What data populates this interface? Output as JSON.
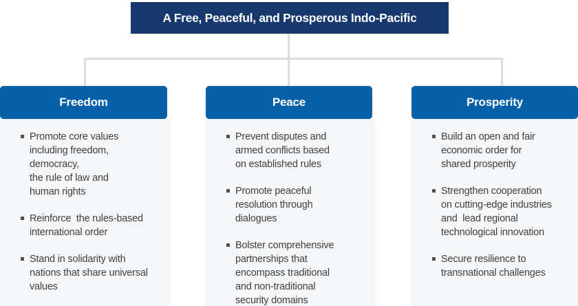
{
  "title": "A Free, Peaceful, and Prosperous Indo-Pacific",
  "colors": {
    "title_bg": "#17386d",
    "header_bg": "#0661a9",
    "connector_line": "#dcdcdc",
    "card_bg": "#f5f6f8",
    "body_text": "#3e3e3e",
    "bullet_marker": "#4f4f4f",
    "page_bg": "#ffffff"
  },
  "columns": [
    {
      "header": "Freedom",
      "bullets": [
        "Promote core values\nincluding freedom,\ndemocracy,\nthe rule of law and\nhuman rights",
        "Reinforce  the rules-based\ninternational order",
        "Stand in solidarity with\nnations that share universal\nvalues"
      ]
    },
    {
      "header": "Peace",
      "bullets": [
        "Prevent disputes and\narmed conflicts based\non established rules",
        "Promote peaceful\nresolution through\ndialogues",
        "Bolster comprehensive\npartnerships that\nencompass traditional\nand non-traditional\nsecurity domains"
      ]
    },
    {
      "header": "Prosperity",
      "bullets": [
        "Build an open and fair\neconomic order for\nshared prosperity",
        "Strengthen cooperation\non cutting-edge industries\nand  lead regional\ntechnological innovation",
        "Secure resilience to\ntransnational challenges"
      ]
    }
  ]
}
